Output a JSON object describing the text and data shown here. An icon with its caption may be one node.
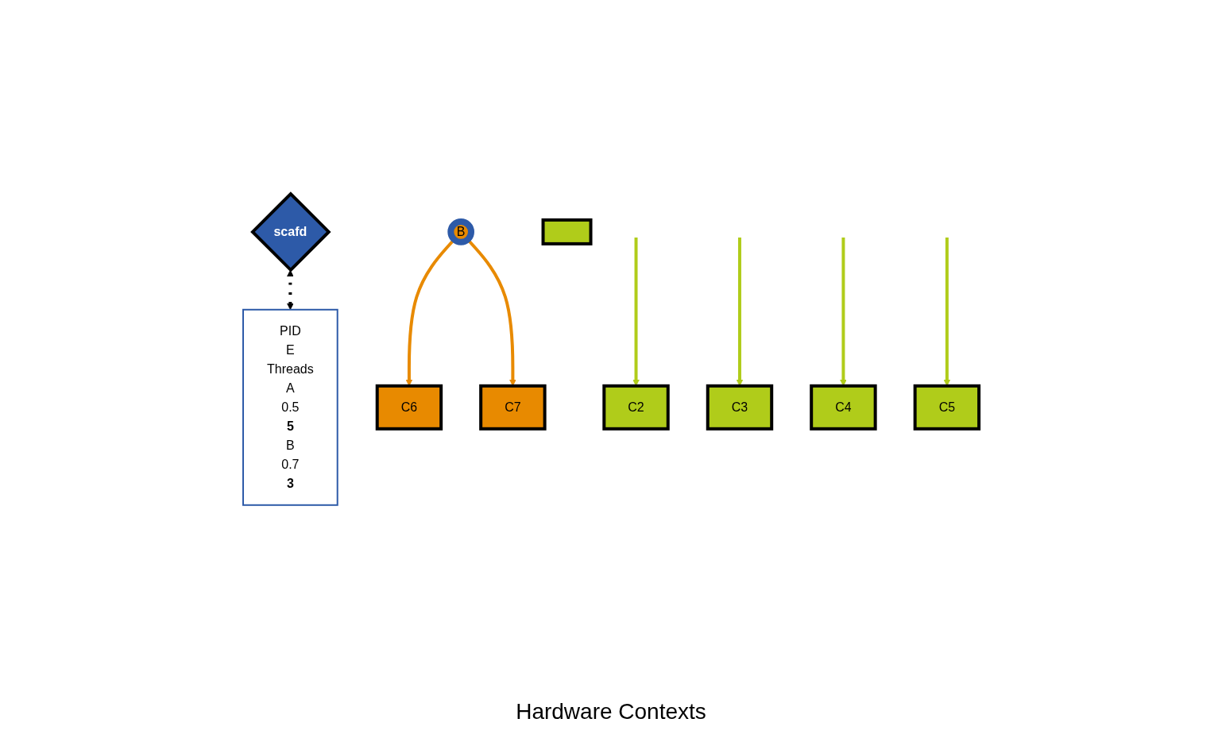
{
  "diagram": {
    "nodes": [
      {
        "text": [
          "scafd"
        ]
      },
      {
        "text": [
          "PID",
          "E",
          "Threads",
          "A",
          "0.5",
          "5",
          "B",
          "0.7",
          "3"
        ]
      },
      {
        "text": [
          "B"
        ]
      },
      {
        "text": [],
        "shape": "box"
      },
      {
        "text": [
          "C2"
        ]
      },
      {
        "text": [
          "C3"
        ]
      },
      {
        "text": [
          "C4"
        ]
      },
      {
        "text": [
          "C5"
        ]
      },
      {
        "text": [
          "C6"
        ]
      },
      {
        "text": [
          "C7"
        ]
      }
    ],
    "edges": [
      {
        "from": 0,
        "to": 1,
        "arrow": "both",
        "style": "dashed",
        "color": "#000000"
      },
      {
        "from": null,
        "to": 4,
        "arrow": "to"
      },
      {
        "from": null,
        "to": 5,
        "arrow": "to"
      },
      {
        "from": null,
        "to": 6,
        "arrow": "to"
      },
      {
        "from": null,
        "to": 7,
        "arrow": "to"
      },
      {
        "from": 2,
        "to": 8,
        "arrow": "to",
        "color": "#e88a00"
      },
      {
        "from": 2,
        "to": 9,
        "arrow": "to",
        "color": "#e88a00"
      }
    ],
    "labels": [
      "Hardware Contexts"
    ]
  }
}
